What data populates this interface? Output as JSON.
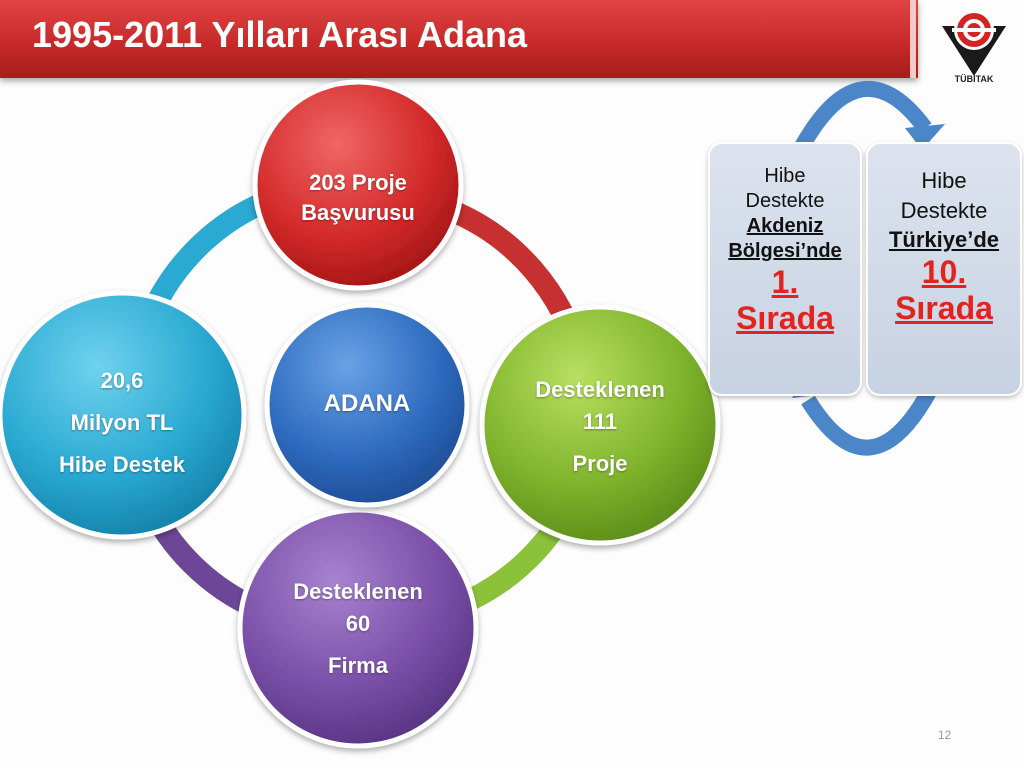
{
  "slide": {
    "title": "1995-2011 Yılları Arası Adana",
    "logo_text": "TÜBİTAK",
    "page_number": "12"
  },
  "diagram": {
    "center": {
      "label": "ADANA"
    },
    "nodes": {
      "top": {
        "line1": "203 Proje",
        "line2": "Başvurusu"
      },
      "right": {
        "line1": "Desteklenen",
        "line2": "111",
        "line3": "Proje"
      },
      "bottom": {
        "line1": "Desteklenen",
        "line2": "60",
        "line3": "Firma"
      },
      "left": {
        "line1": "20,6",
        "line2": "Milyon TL",
        "line3": "Hibe Destek"
      }
    }
  },
  "ranking": {
    "left_panel": {
      "line1": "Hibe",
      "line2": "Destekte",
      "region1": "Akdeniz",
      "region2": "Bölgesi’nde",
      "rank1": "1.",
      "rank2": "Sırada"
    },
    "right_panel": {
      "line1": "Hibe",
      "line2": "Destekte",
      "region": "Türkiye’de",
      "rank1": "10.",
      "rank2": "Sırada"
    }
  },
  "colors": {
    "header": "#c82a2a",
    "red_node": "#d42a2a",
    "green_node": "#7fb42c",
    "purple_node": "#7a4fa8",
    "cyan_node": "#2aa9d2",
    "blue_center": "#2f6cc0",
    "rank_red": "#e2241e",
    "arrow_blue": "#4a86c8"
  }
}
